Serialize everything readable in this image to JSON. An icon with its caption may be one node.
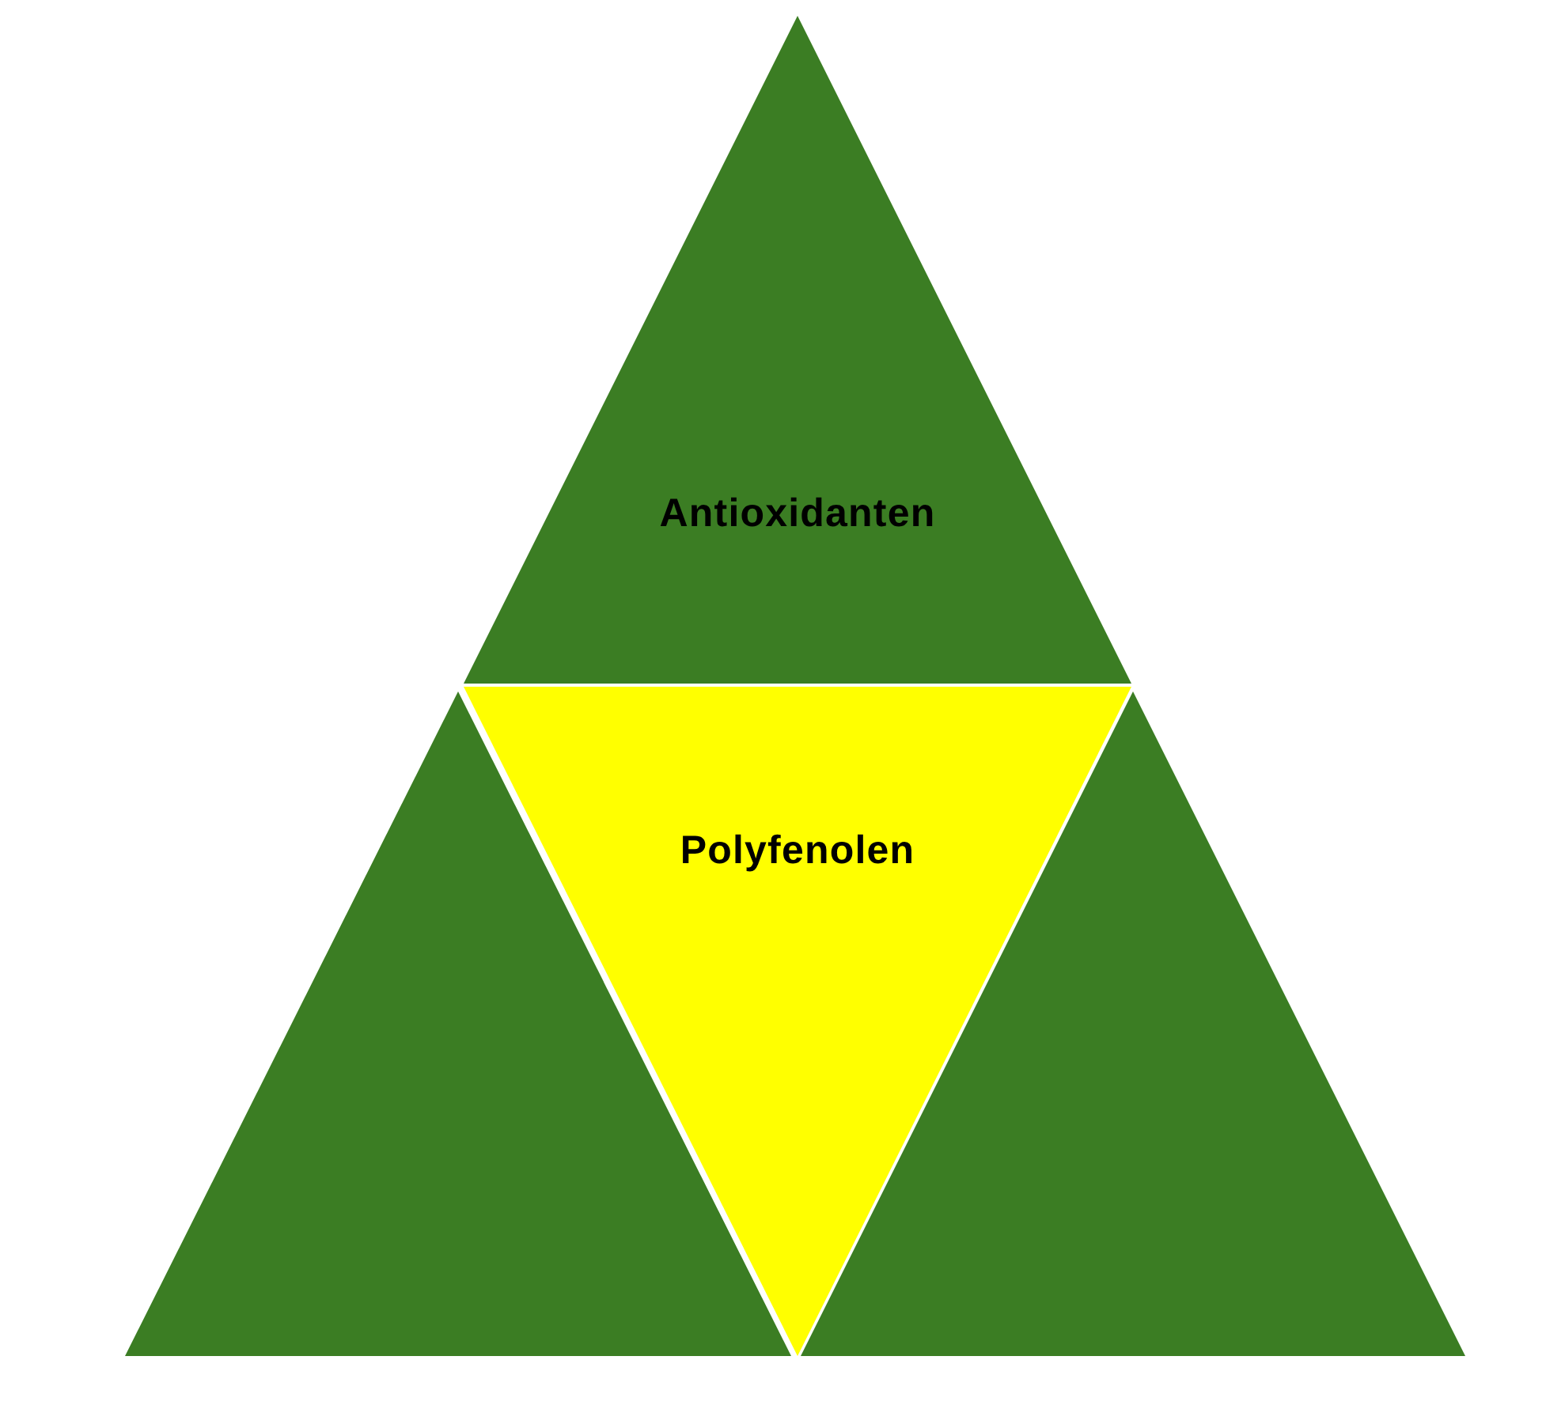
{
  "diagram": {
    "nodes": [
      {
        "text": [
          "Antioxidanten"
        ]
      },
      {
        "text": [],
        "shape": "triangle"
      },
      {
        "text": [
          "Polyfenolen"
        ]
      },
      {
        "text": [],
        "shape": "triangle"
      }
    ]
  }
}
